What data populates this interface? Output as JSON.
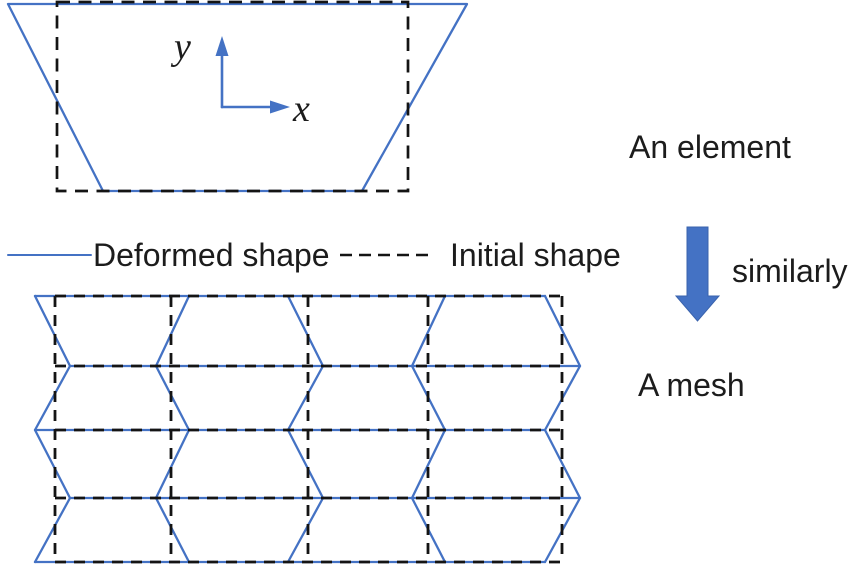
{
  "colors": {
    "accent_blue": "#4472C4",
    "line_black": "#141414",
    "text_color": "#1c1c1c",
    "background": "#ffffff"
  },
  "element_diagram": {
    "caption": "An element",
    "axis": {
      "x_label": "x",
      "y_label": "y"
    }
  },
  "legend": {
    "deformed_label": "Deformed shape",
    "initial_label": "Initial shape"
  },
  "transition": {
    "label": "similarly"
  },
  "mesh_diagram": {
    "caption": "A mesh"
  }
}
